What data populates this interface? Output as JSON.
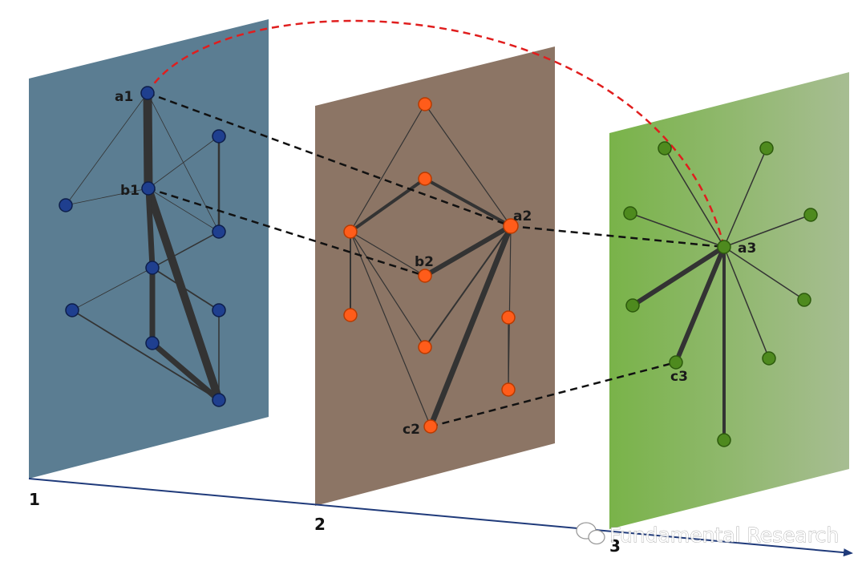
{
  "diagram": {
    "layers": [
      {
        "id": "1",
        "color": "#5b7d92"
      },
      {
        "id": "2",
        "color": "#8c7565"
      },
      {
        "id": "3",
        "color_start": "#79b349",
        "color_end": "#a7bd92"
      }
    ],
    "node_labels": {
      "a1": "a1",
      "b1": "b1",
      "a2": "a2",
      "b2": "b2",
      "c2": "c2",
      "a3": "a3",
      "c3": "c3"
    },
    "axis_labels": {
      "layer1": "1",
      "layer2": "2",
      "layer3": "3"
    },
    "node_colors": {
      "layer1": "#1f3f8f",
      "layer2": "#ff5c1a",
      "layer3": "#4e8a1e"
    },
    "edge_color": "#333333",
    "inter_layer_link_color": "#111111",
    "highlight_link_color": "#e01e1e",
    "axis_color": "#1f3a7a",
    "watermark": "Fundamental Research"
  }
}
